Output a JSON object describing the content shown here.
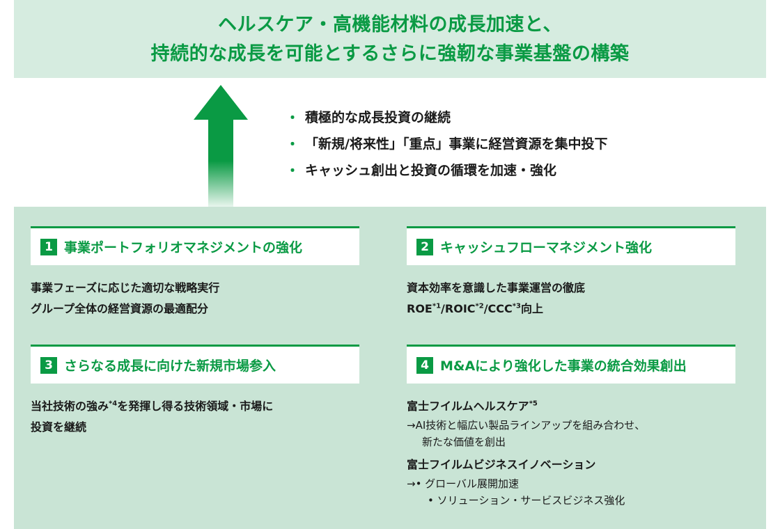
{
  "banner": {
    "line1": "ヘルスケア・高機能材料の成長加速と、",
    "line2": "持続的な成長を可能とするさらに強靭な事業基盤の構築"
  },
  "bullets": [
    "積極的な成長投資の継続",
    "「新規/将来性」「重点」事業に経営資源を集中投下",
    "キャッシュ創出と投資の循環を加速・強化"
  ],
  "colors": {
    "accent": "#0a9a44",
    "banner_bg": "#d6ece0",
    "panel_bg": "#c9e4d5"
  },
  "cards": {
    "c1": {
      "num": "1",
      "title": "事業ポートフォリオマネジメントの強化",
      "lines": [
        "事業フェーズに応じた適切な戦略実行",
        "グループ全体の経営資源の最適配分"
      ]
    },
    "c2": {
      "num": "2",
      "title": "キャッシュフローマネジメント強化",
      "line1": "資本効率を意識した事業運営の徹底",
      "roe": "ROE",
      "s1": "*1",
      "roic": "/ROIC",
      "s2": "*2",
      "ccc": "/CCC",
      "s3": "*3",
      "tail": "向上"
    },
    "c3": {
      "num": "3",
      "title": "さらなる成長に向けた新規市場参入",
      "line1a": "当社技術の強み",
      "s4": "*4",
      "line1b": "を発揮し得る技術領域・市場に",
      "line2": "投資を継続"
    },
    "c4": {
      "num": "4",
      "title": "M&Aにより強化した事業の統合効果創出",
      "hc": "富士フイルムヘルスケア",
      "s5": "*5",
      "hc_sub1": "→AI技術と幅広い製品ラインアップを組み合わせ、",
      "hc_sub2": "新たな価値を創出",
      "bi": "富士フイルムビジネスイノベーション",
      "bi_sub1": "→• グローバル展開加速",
      "bi_sub2": "• ソリューション・サービスビジネス強化"
    }
  }
}
